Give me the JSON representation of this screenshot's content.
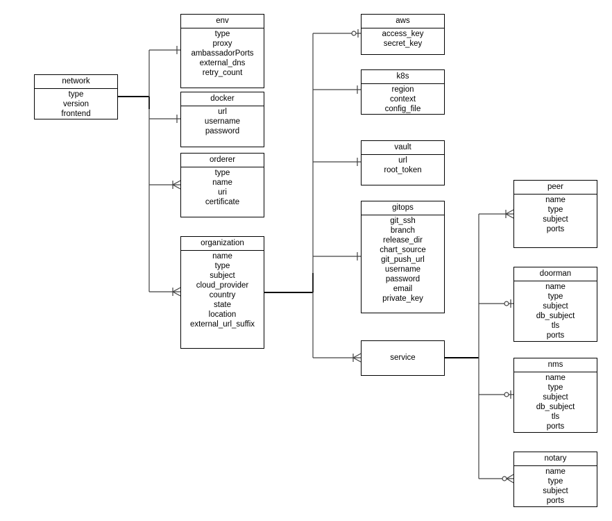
{
  "entities": {
    "network": {
      "name": "network",
      "attributes": [
        "type",
        "version",
        "frontend"
      ]
    },
    "env": {
      "name": "env",
      "attributes": [
        "type",
        "proxy",
        "ambassadorPorts",
        "external_dns",
        "retry_count"
      ]
    },
    "docker": {
      "name": "docker",
      "attributes": [
        "url",
        "username",
        "password"
      ]
    },
    "orderer": {
      "name": "orderer",
      "attributes": [
        "type",
        "name",
        "uri",
        "certificate"
      ]
    },
    "organization": {
      "name": "organization",
      "attributes": [
        "name",
        "type",
        "subject",
        "cloud_provider",
        "country",
        "state",
        "location",
        "external_url_suffix"
      ]
    },
    "aws": {
      "name": "aws",
      "attributes": [
        "access_key",
        "secret_key"
      ]
    },
    "k8s": {
      "name": "k8s",
      "attributes": [
        "region",
        "context",
        "config_file"
      ]
    },
    "vault": {
      "name": "vault",
      "attributes": [
        "url",
        "root_token"
      ]
    },
    "gitops": {
      "name": "gitops",
      "attributes": [
        "git_ssh",
        "branch",
        "release_dir",
        "chart_source",
        "git_push_url",
        "username",
        "password",
        "email",
        "private_key"
      ]
    },
    "service": {
      "name": "service",
      "attributes": []
    },
    "peer": {
      "name": "peer",
      "attributes": [
        "name",
        "type",
        "subject",
        "ports"
      ]
    },
    "doorman": {
      "name": "doorman",
      "attributes": [
        "name",
        "type",
        "subject",
        "db_subject",
        "tls",
        "ports"
      ]
    },
    "nms": {
      "name": "nms",
      "attributes": [
        "name",
        "type",
        "subject",
        "db_subject",
        "tls",
        "ports"
      ]
    },
    "notary": {
      "name": "notary",
      "attributes": [
        "name",
        "type",
        "subject",
        "ports"
      ]
    }
  },
  "relationships": [
    {
      "from": "network",
      "to": "env",
      "cardinality": "one"
    },
    {
      "from": "network",
      "to": "docker",
      "cardinality": "one"
    },
    {
      "from": "network",
      "to": "orderer",
      "cardinality": "one-or-many"
    },
    {
      "from": "network",
      "to": "organization",
      "cardinality": "one-or-many"
    },
    {
      "from": "organization",
      "to": "aws",
      "cardinality": "zero-or-one"
    },
    {
      "from": "organization",
      "to": "k8s",
      "cardinality": "one"
    },
    {
      "from": "organization",
      "to": "vault",
      "cardinality": "one"
    },
    {
      "from": "organization",
      "to": "gitops",
      "cardinality": "one"
    },
    {
      "from": "organization",
      "to": "service",
      "cardinality": "one-or-many"
    },
    {
      "from": "service",
      "to": "peer",
      "cardinality": "one-or-many"
    },
    {
      "from": "service",
      "to": "doorman",
      "cardinality": "zero-or-one"
    },
    {
      "from": "service",
      "to": "nms",
      "cardinality": "zero-or-one"
    },
    {
      "from": "service",
      "to": "notary",
      "cardinality": "zero-or-many"
    }
  ],
  "colors": {
    "line": "#404040",
    "trunk": "#000000",
    "border": "#000000"
  }
}
